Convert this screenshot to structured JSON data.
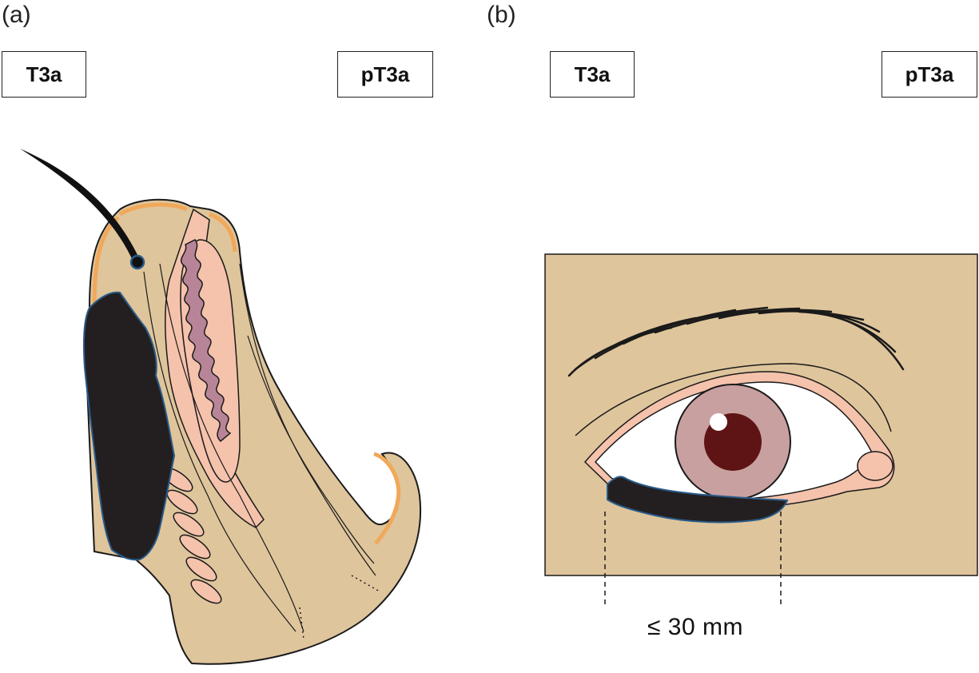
{
  "panels": {
    "a": {
      "label": "(a)",
      "clinical_stage": "T3a",
      "pathologic_stage": "pT3a",
      "illustration": "eyelid-cross-section"
    },
    "b": {
      "label": "(b)",
      "clinical_stage": "T3a",
      "pathologic_stage": "pT3a",
      "illustration": "eye-frontal-view",
      "measurement": "≤ 30 mm"
    }
  },
  "colors": {
    "skin": "#dfc59c",
    "skin_edge": "#f0a85a",
    "conjunctiva": "#f5c2ac",
    "gland": "#b78597",
    "tumor": "#231f20",
    "tumor_edge": "#2a5b8a",
    "iris": "#c9a0a0",
    "pupil": "#5e1414",
    "outline": "#1a1a1a"
  }
}
